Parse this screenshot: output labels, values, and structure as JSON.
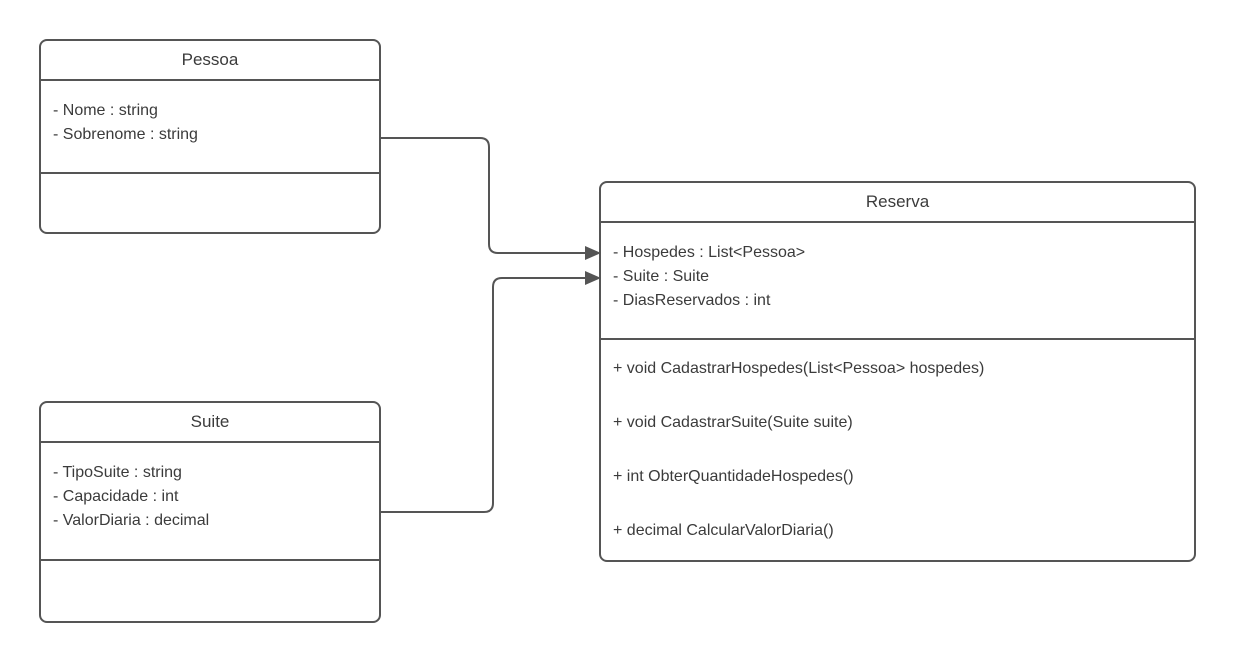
{
  "diagram": {
    "type": "uml-class-diagram",
    "colors": {
      "stroke": "#555555",
      "text": "#3b3b3b",
      "background": "#ffffff"
    },
    "classes": [
      {
        "name": "Pessoa",
        "attributes": [
          "- Nome : string",
          "- Sobrenome : string"
        ],
        "methods": []
      },
      {
        "name": "Suite",
        "attributes": [
          "- TipoSuite : string",
          "- Capacidade : int",
          "- ValorDiaria : decimal"
        ],
        "methods": []
      },
      {
        "name": "Reserva",
        "attributes": [
          "- Hospedes : List<Pessoa>",
          "- Suite : Suite",
          "- DiasReservados : int"
        ],
        "methods": [
          "+ void CadastrarHospedes(List<Pessoa> hospedes)",
          "+ void CadastrarSuite(Suite suite)",
          "+ int ObterQuantidadeHospedes()",
          "+ decimal CalcularValorDiaria()"
        ]
      }
    ],
    "connectors": [
      {
        "from": "Pessoa",
        "to": "Reserva",
        "style": "directed-arrow"
      },
      {
        "from": "Suite",
        "to": "Reserva",
        "style": "directed-arrow"
      }
    ]
  }
}
